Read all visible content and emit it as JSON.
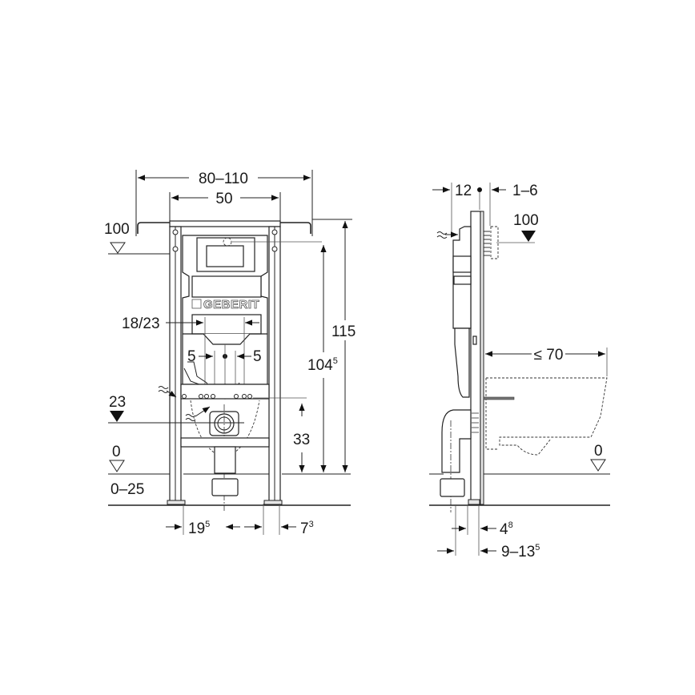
{
  "drawing": {
    "type": "technical-installation-drawing",
    "subject": "Wall-hung WC installation frame",
    "brand_label": "GEBERIT",
    "units": "cm",
    "colors": {
      "line": "#222222",
      "background": "#ffffff"
    }
  },
  "front_view": {
    "dimensions": {
      "overall_width": "80–110",
      "frame_width": "50",
      "top_level": "100",
      "flush_opening": "18/23",
      "offset_left": "5",
      "offset_right": "5",
      "water_inlet_level": "23",
      "floor_level": "0",
      "floor_range": "0–25",
      "height_total": "115",
      "height_frame_base": "104",
      "height_frame_sup": "5",
      "drain_height": "33",
      "foot_left_base": "19",
      "foot_left_sup": "5",
      "foot_right_base": "7",
      "foot_right_sup": "3"
    }
  },
  "side_view": {
    "dimensions": {
      "frame_depth": "12",
      "plate_offset": "1–6",
      "top_level": "100",
      "bowl_projection": "≤ 70",
      "floor_level": "0",
      "foot_depth_base": "4",
      "foot_depth_sup": "8",
      "wall_gap_base": "9–13",
      "wall_gap_sup": "5"
    }
  }
}
